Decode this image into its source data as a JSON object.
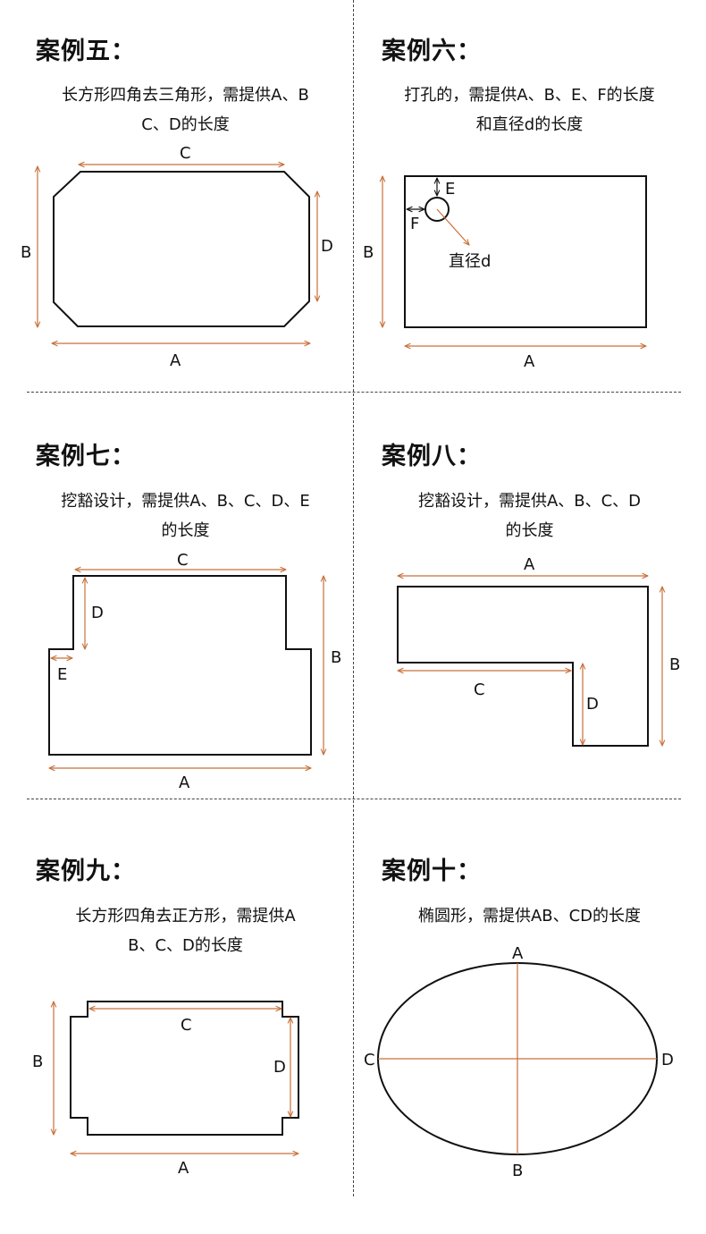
{
  "cases": [
    {
      "title": "案例五：",
      "desc1": "长方形四角去三角形，需提供A、B",
      "desc2": "C、D的长度",
      "labels": {
        "A": "A",
        "B": "B",
        "C": "C",
        "D": "D"
      }
    },
    {
      "title": "案例六：",
      "desc1": "打孔的，需提供A、B、E、F的长度",
      "desc2": "和直径d的长度",
      "labels": {
        "A": "A",
        "B": "B",
        "E": "E",
        "F": "F",
        "d": "直径d"
      }
    },
    {
      "title": "案例七：",
      "desc1": "挖豁设计，需提供A、B、C、D、E",
      "desc2": "的长度",
      "labels": {
        "A": "A",
        "B": "B",
        "C": "C",
        "D": "D",
        "E": "E"
      }
    },
    {
      "title": "案例八：",
      "desc1": "挖豁设计，需提供A、B、C、D",
      "desc2": "的长度",
      "labels": {
        "A": "A",
        "B": "B",
        "C": "C",
        "D": "D"
      }
    },
    {
      "title": "案例九：",
      "desc1": "长方形四角去正方形，需提供A",
      "desc2": "B、C、D的长度",
      "labels": {
        "A": "A",
        "B": "B",
        "C": "C",
        "D": "D"
      }
    },
    {
      "title": "案例十：",
      "desc1": "椭圆形，需提供AB、CD的长度",
      "desc2": "",
      "labels": {
        "A": "A",
        "B": "B",
        "C": "C",
        "D": "D"
      }
    }
  ],
  "colors": {
    "outline": "#111111",
    "dimension": "#c8703a",
    "divider": "#444444"
  }
}
